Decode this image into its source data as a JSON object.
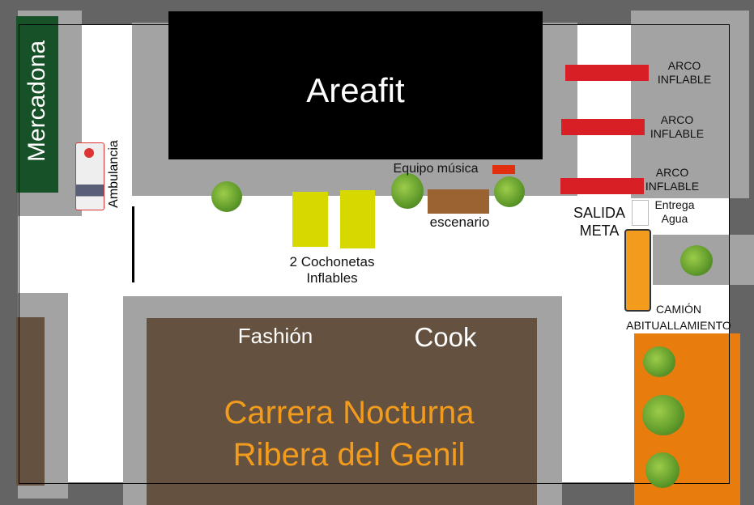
{
  "title_lines": [
    "Carrera Nocturna",
    "Ribera del Genil"
  ],
  "places": {
    "areafit": "Areafit",
    "mercadona": "Mercadona",
    "fashion": "Fashión",
    "cook": "Cook"
  },
  "labels": {
    "ambulancia": "Ambulancia",
    "equipo_musica": "Equipo música",
    "escenario": "escenario",
    "cochonetas": [
      "2 Cochonetas",
      "Inflables"
    ],
    "arcos": [
      [
        "ARCO",
        "INFLABLE"
      ],
      [
        "ARCO",
        "INFLABLE"
      ],
      [
        "ARCO",
        "INFLABLE"
      ]
    ],
    "salida_meta": [
      "SALIDA",
      "META"
    ],
    "entrega_agua": [
      "Entrega",
      "Agua"
    ],
    "camion": [
      "CAMIÓN",
      "ABITUALLAMIENTO"
    ]
  },
  "colors": {
    "road": "#ffffff",
    "sidewalk": "#a3a3a3",
    "background": "#646464",
    "mercadona": "#175127",
    "brown": "#64513f",
    "orange": "#e87d0d",
    "arch": "#d81f26",
    "cochoneta": "#d7d800",
    "stage": "#9a6432",
    "title": "#f29b1c"
  }
}
